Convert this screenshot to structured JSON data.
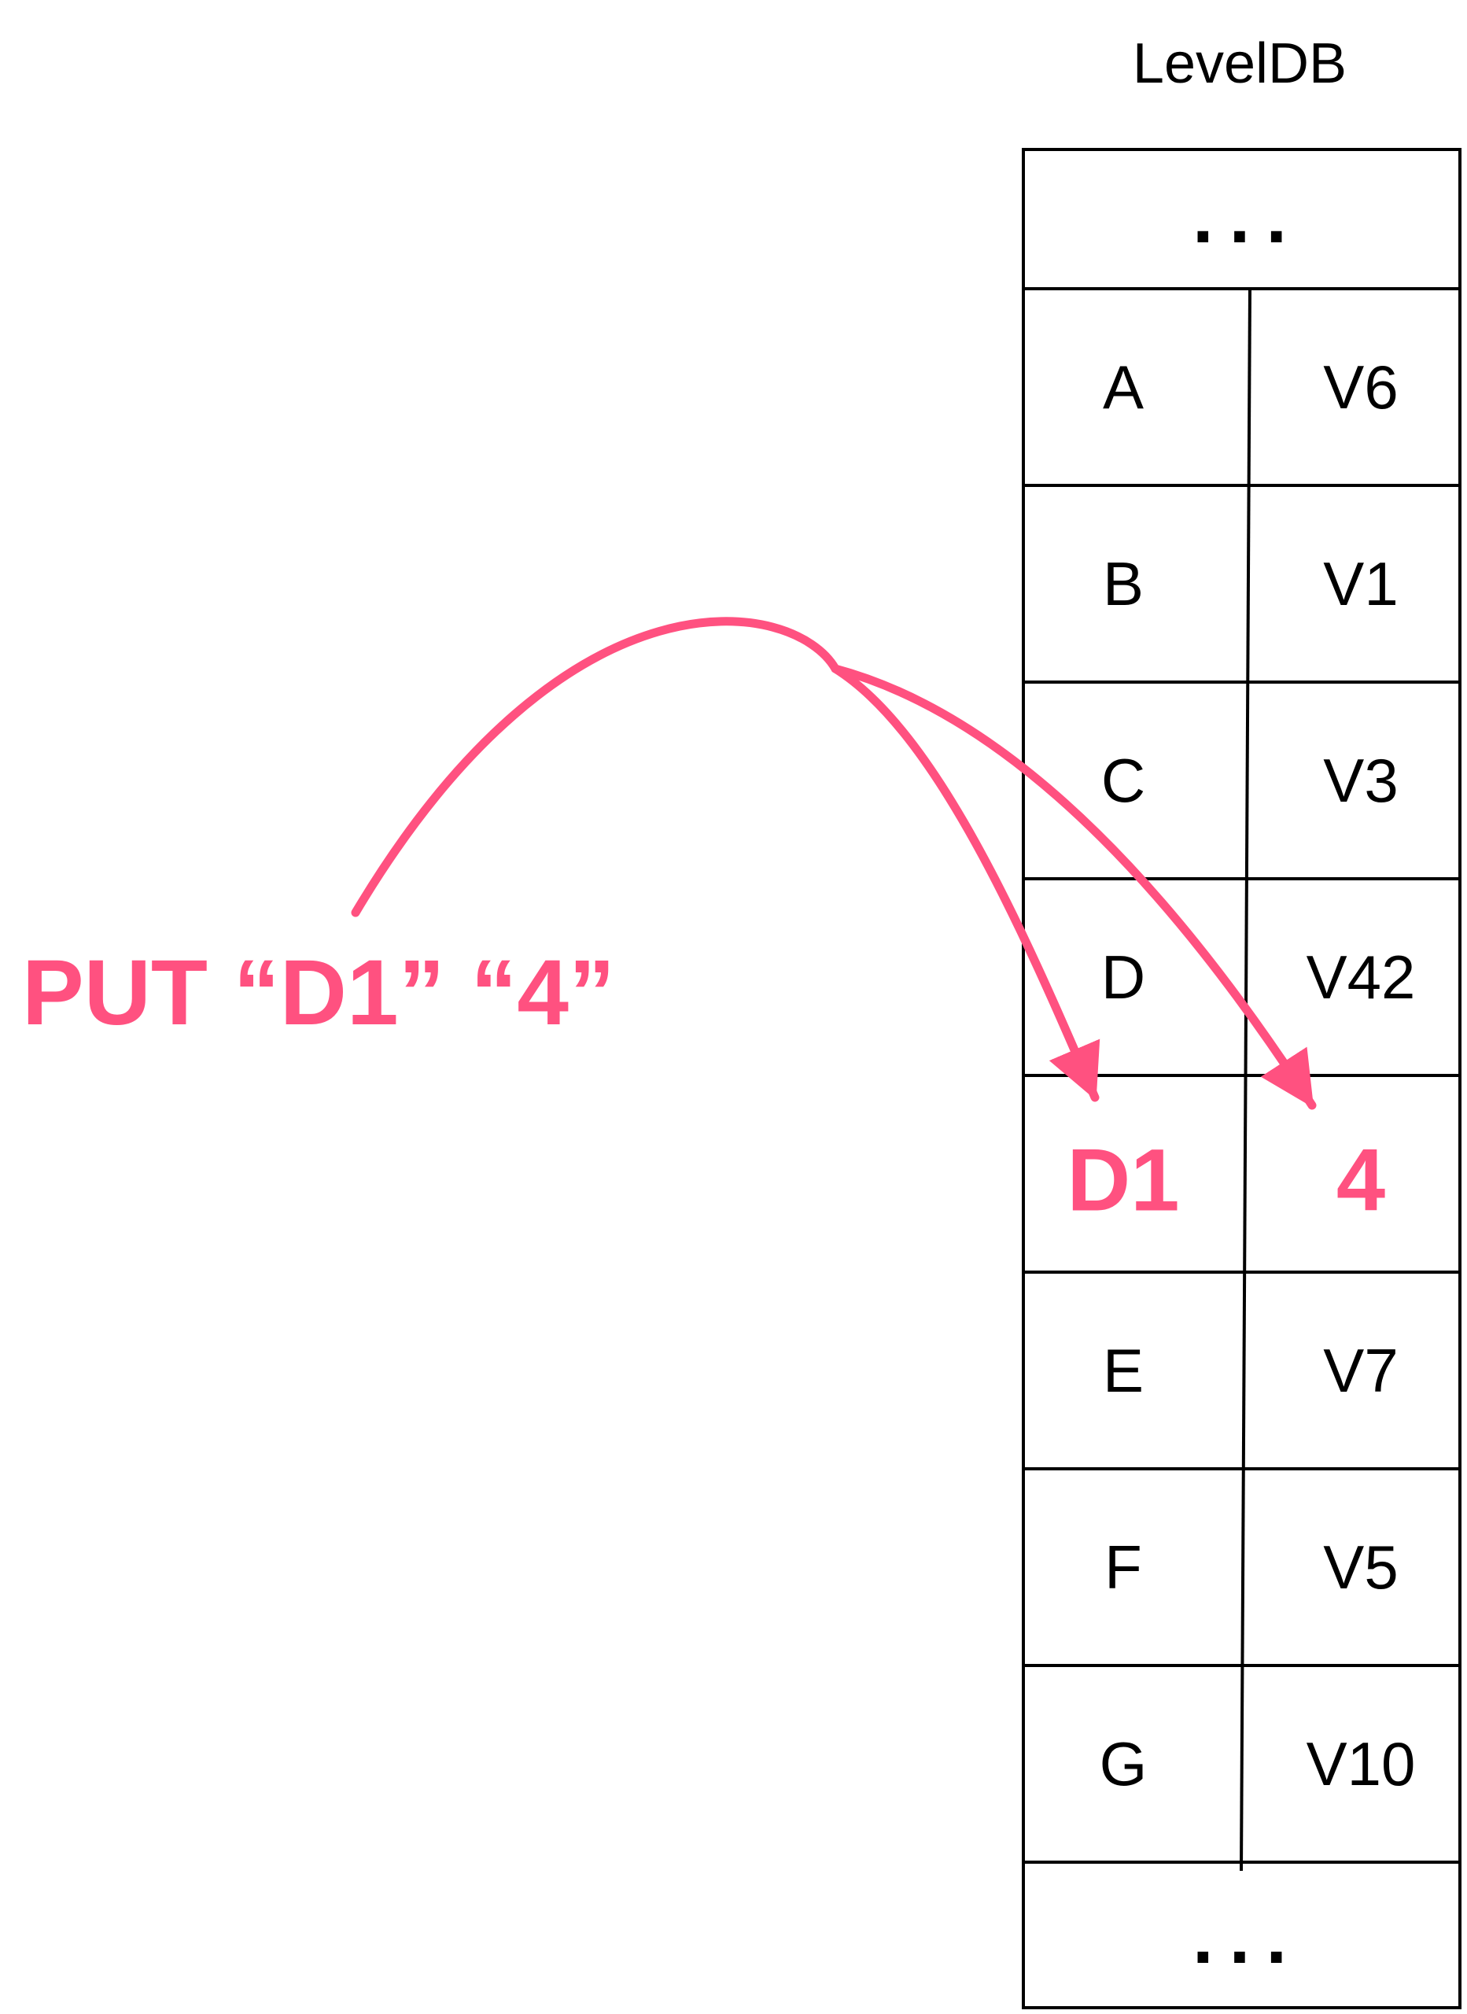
{
  "title": "LevelDB",
  "command": "PUT “D1” “4”",
  "accent_color": "#FF5180",
  "line_color": "#000000",
  "table": {
    "top_ellipsis": "...",
    "bottom_ellipsis": "...",
    "rows": [
      {
        "key": "A",
        "value": "V6",
        "highlight": false
      },
      {
        "key": "B",
        "value": "V1",
        "highlight": false
      },
      {
        "key": "C",
        "value": "V3",
        "highlight": false
      },
      {
        "key": "D",
        "value": "V42",
        "highlight": false
      },
      {
        "key": "D1",
        "value": "4",
        "highlight": true
      },
      {
        "key": "E",
        "value": "V7",
        "highlight": false
      },
      {
        "key": "F",
        "value": "V5",
        "highlight": false
      },
      {
        "key": "G",
        "value": "V10",
        "highlight": false
      }
    ]
  },
  "arrows": [
    {
      "from": "command",
      "to": "key",
      "row": 4
    },
    {
      "from": "command",
      "to": "value",
      "row": 4
    }
  ]
}
